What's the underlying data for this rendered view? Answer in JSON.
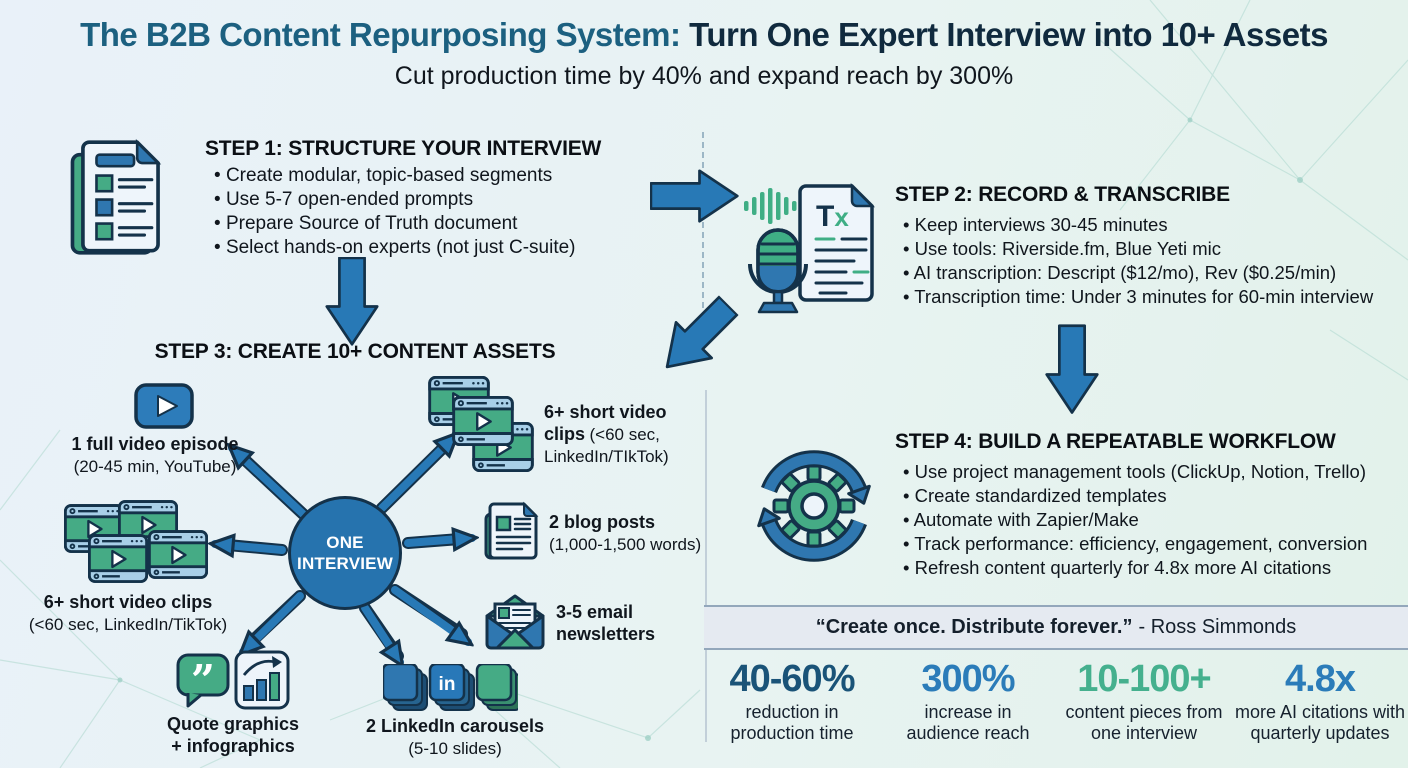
{
  "header": {
    "title_accent": "The B2B Content Repurposing System: ",
    "title_main": "Turn One Expert Interview into 10+ Assets",
    "subtitle": "Cut production time by 40% and expand reach by 300%"
  },
  "steps": {
    "step1": {
      "heading": "STEP 1: STRUCTURE YOUR INTERVIEW",
      "bullets": [
        "Create modular, topic-based segments",
        "Use 5-7 open-ended prompts",
        "Prepare Source of Truth document",
        "Select hands-on experts (not just C-suite)"
      ]
    },
    "step2": {
      "heading": "STEP 2: RECORD & TRANSCRIBE",
      "bullets": [
        "Keep interviews 30-45 minutes",
        "Use tools: Riverside.fm, Blue Yeti mic",
        "AI transcription: Descript ($12/mo), Rev ($0.25/min)",
        "Transcription time: Under 3 minutes for 60-min interview"
      ]
    },
    "step3": {
      "heading": "STEP 3: CREATE 10+ CONTENT ASSETS",
      "hub_line1": "ONE",
      "hub_line2": "INTERVIEW",
      "assets": {
        "video_episode": {
          "bold": "1 full video episode",
          "detail": "(20-45 min, YouTube)"
        },
        "clips_right": {
          "bold": "6+ short video clips",
          "detail": "(<60 sec, LinkedIn/TIkTok)"
        },
        "clips_left": {
          "bold": "6+ short video clips",
          "detail": "(<60 sec, LinkedIn/TikTok)"
        },
        "blog": {
          "bold": "2 blog posts",
          "detail": "(1,000-1,500 words)"
        },
        "email": {
          "bold_line1": "3-5 email",
          "bold_line2": "newsletters"
        },
        "quote_graphics": {
          "bold_line1": "Quote graphics",
          "bold_line2": "+ infographics"
        },
        "carousels": {
          "bold": "2 LinkedIn carousels",
          "detail": "(5-10 slides)"
        }
      }
    },
    "step4": {
      "heading": "STEP 4: BUILD A REPEATABLE WORKFLOW",
      "bullets": [
        "Use project management tools (ClickUp, Notion, Trello)",
        "Create standardized templates",
        "Automate with Zapier/Make",
        "Track performance: efficiency, engagement, conversion",
        "Refresh content quarterly for 4.8x more AI citations"
      ]
    }
  },
  "quote": {
    "text": "“Create once. Distribute forever.”",
    "attribution": "- Ross Simmonds"
  },
  "stats": [
    {
      "value": "40-60%",
      "line1": "reduction in",
      "line2": "production time",
      "color": "#1a5378"
    },
    {
      "value": "300%",
      "line1": "increase in",
      "line2": "audience reach",
      "color": "#2b7cb9"
    },
    {
      "value": "10-100+",
      "line1": "content pieces from",
      "line2": "one interview",
      "color": "#45b08e"
    },
    {
      "value": "4.8x",
      "line1": "more AI citations with",
      "line2": "quarterly updates",
      "color": "#2b7cb9"
    }
  ],
  "icons": {
    "step1": "document-checklist-icon",
    "step2": "microphone-transcript-icon",
    "step4": "refresh-gear-icon",
    "video_episode": "youtube-play-icon",
    "clips": "video-clip-stack-icon",
    "blog": "blog-document-icon",
    "email": "envelope-newsletter-icon",
    "quote_graphics": "quote-bubble-icon / bar-chart-icon",
    "carousels": "linkedin-carousel-stack-icon",
    "hub": "one-interview-hub",
    "flow": "block-arrow"
  },
  "colors": {
    "accent_blue": "#2f77b0",
    "accent_green": "#45ab85",
    "outline_navy": "#14324a",
    "title_accent": "#1c6080",
    "title_main": "#102a3e"
  }
}
